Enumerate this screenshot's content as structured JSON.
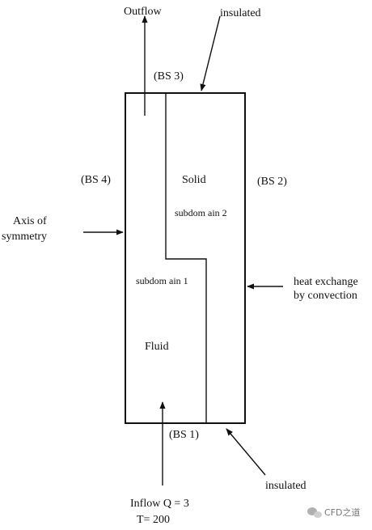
{
  "labels": {
    "outflow": "Outflow",
    "insulated_top": "insulated",
    "bs3": "(BS 3)",
    "bs4": "(BS 4)",
    "bs2": "(BS 2)",
    "bs1": "(BS 1)",
    "solid": "Solid",
    "subdomain2": "subdom ain 2",
    "subdomain1": "subdom ain 1",
    "fluid": "Fluid",
    "axis_line1": "Axis of",
    "axis_line2": "symmetry",
    "heat_line1": "heat exchange",
    "heat_line2": "by convection",
    "insulated_bottom": "insulated",
    "inflow_line1": "Inflow Q = 3",
    "inflow_line2": "T= 200"
  },
  "watermark": {
    "text": "CFD之道",
    "icon": "wechat-icon"
  },
  "colors": {
    "line": "#111111",
    "background": "#ffffff"
  }
}
